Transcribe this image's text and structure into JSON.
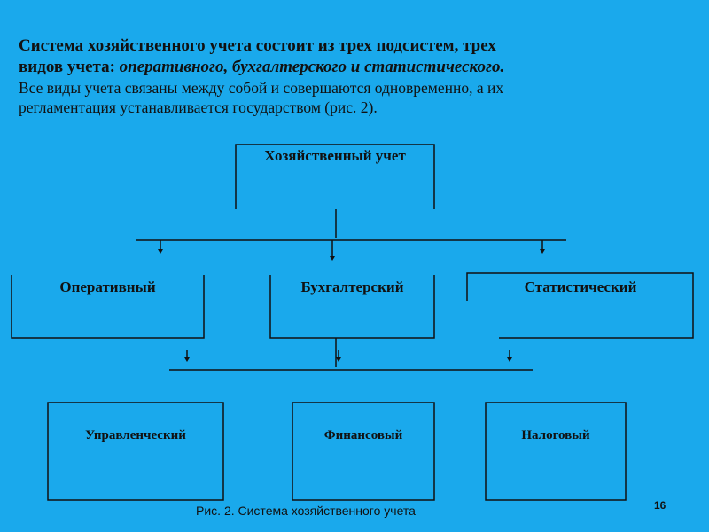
{
  "intro": {
    "line1": "Система хозяйственного учета состоит из трех подсистем, трех",
    "line2_lead": "видов учета: ",
    "line2_emph": "оперативного, бухгалтерского и статистического.",
    "line3": "Все виды учета связаны между собой и совершаются одновременно, а их",
    "line4": "регламентация устанавливается государством (рис. 2)."
  },
  "diagram": {
    "root": "Хозяйственный учет",
    "level2": [
      "Оперативный",
      "Бухгалтерский",
      "Статистический"
    ],
    "level3": [
      "Управленческий",
      "Финансовый",
      "Налоговый"
    ]
  },
  "caption": "Рис. 2. Система хозяйственного учета",
  "page_number": "16",
  "colors": {
    "background": "#1aa9ec",
    "ink": "#111111"
  }
}
